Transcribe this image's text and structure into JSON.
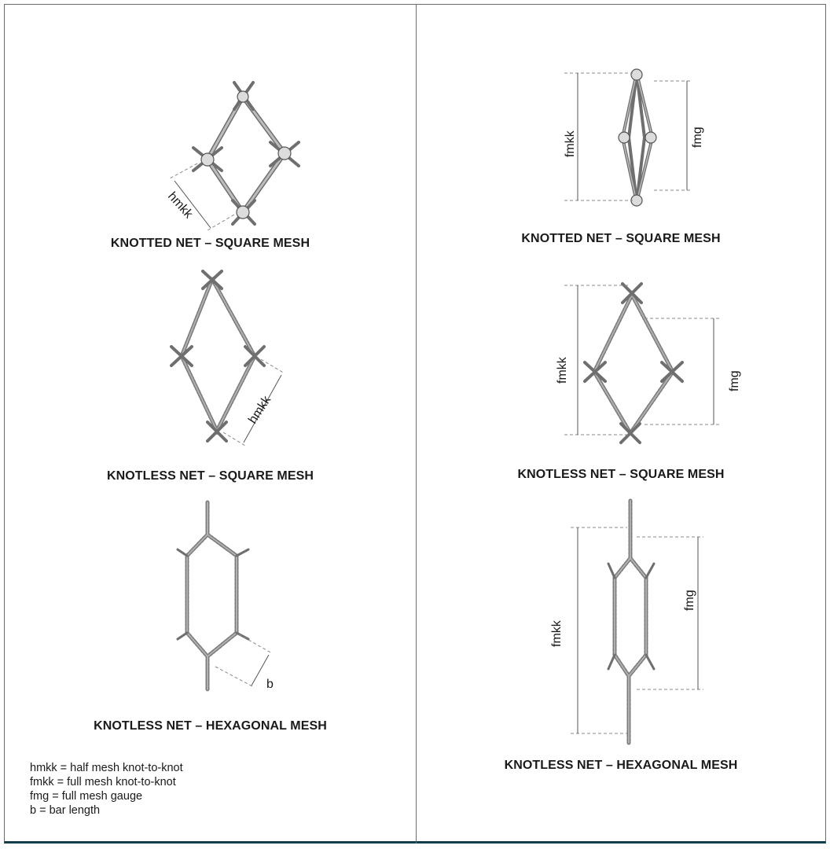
{
  "panels": {
    "left": {
      "figures": [
        {
          "caption": "KNOTTED NET – SQUARE MESH",
          "dimension_label": "hmkk"
        },
        {
          "caption": "KNOTLESS NET – SQUARE MESH",
          "dimension_label": "hmkk"
        },
        {
          "caption": "KNOTLESS NET – HEXAGONAL MESH",
          "dimension_label": "b"
        }
      ],
      "legend": [
        "hmkk = half mesh knot-to-knot",
        "fmkk = full mesh knot-to-knot",
        "fmg = full mesh gauge",
        "b = bar length"
      ]
    },
    "right": {
      "figures": [
        {
          "caption": "KNOTTED NET – SQUARE MESH",
          "dimension_labels": [
            "fmkk",
            "fmg"
          ]
        },
        {
          "caption": "KNOTLESS NET – SQUARE MESH",
          "dimension_labels": [
            "fmkk",
            "fmg"
          ]
        },
        {
          "caption": "KNOTLESS NET – HEXAGONAL MESH",
          "dimension_labels": [
            "fmkk",
            "fmg"
          ]
        }
      ]
    }
  },
  "colors": {
    "bottom_rule": "#0f3d4c",
    "frame": "#6b6b6b"
  }
}
